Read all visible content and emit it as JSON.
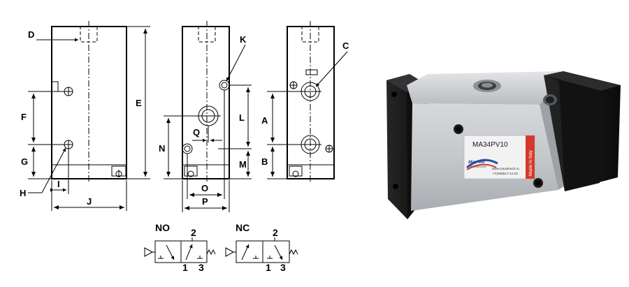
{
  "drawing": {
    "dimension_labels": {
      "D": "D",
      "E": "E",
      "F": "F",
      "G": "G",
      "H": "H",
      "I": "I",
      "J": "J",
      "K": "K",
      "L": "L",
      "M": "M",
      "N": "N",
      "O": "O",
      "P": "P",
      "Q": "Q",
      "A": "A",
      "B": "B",
      "C": "C"
    },
    "symbols": {
      "no": {
        "title": "NO",
        "port_top": "2",
        "port_left": "1",
        "port_right": "3"
      },
      "nc": {
        "title": "NC",
        "port_top": "2",
        "port_left": "1",
        "port_right": "3"
      }
    }
  },
  "photo": {
    "model": "MA34PV10",
    "brand": "Max-Air",
    "brand_sub": "TECHNOLOGY",
    "website": "www.maxairtech.ru",
    "phone": "+7(499)517-12-22",
    "red_tag": "Made in Italy",
    "colors": {
      "aluminum": "#c9ccd0",
      "end_cap": "#151515",
      "tag": "#d63a2a"
    }
  }
}
